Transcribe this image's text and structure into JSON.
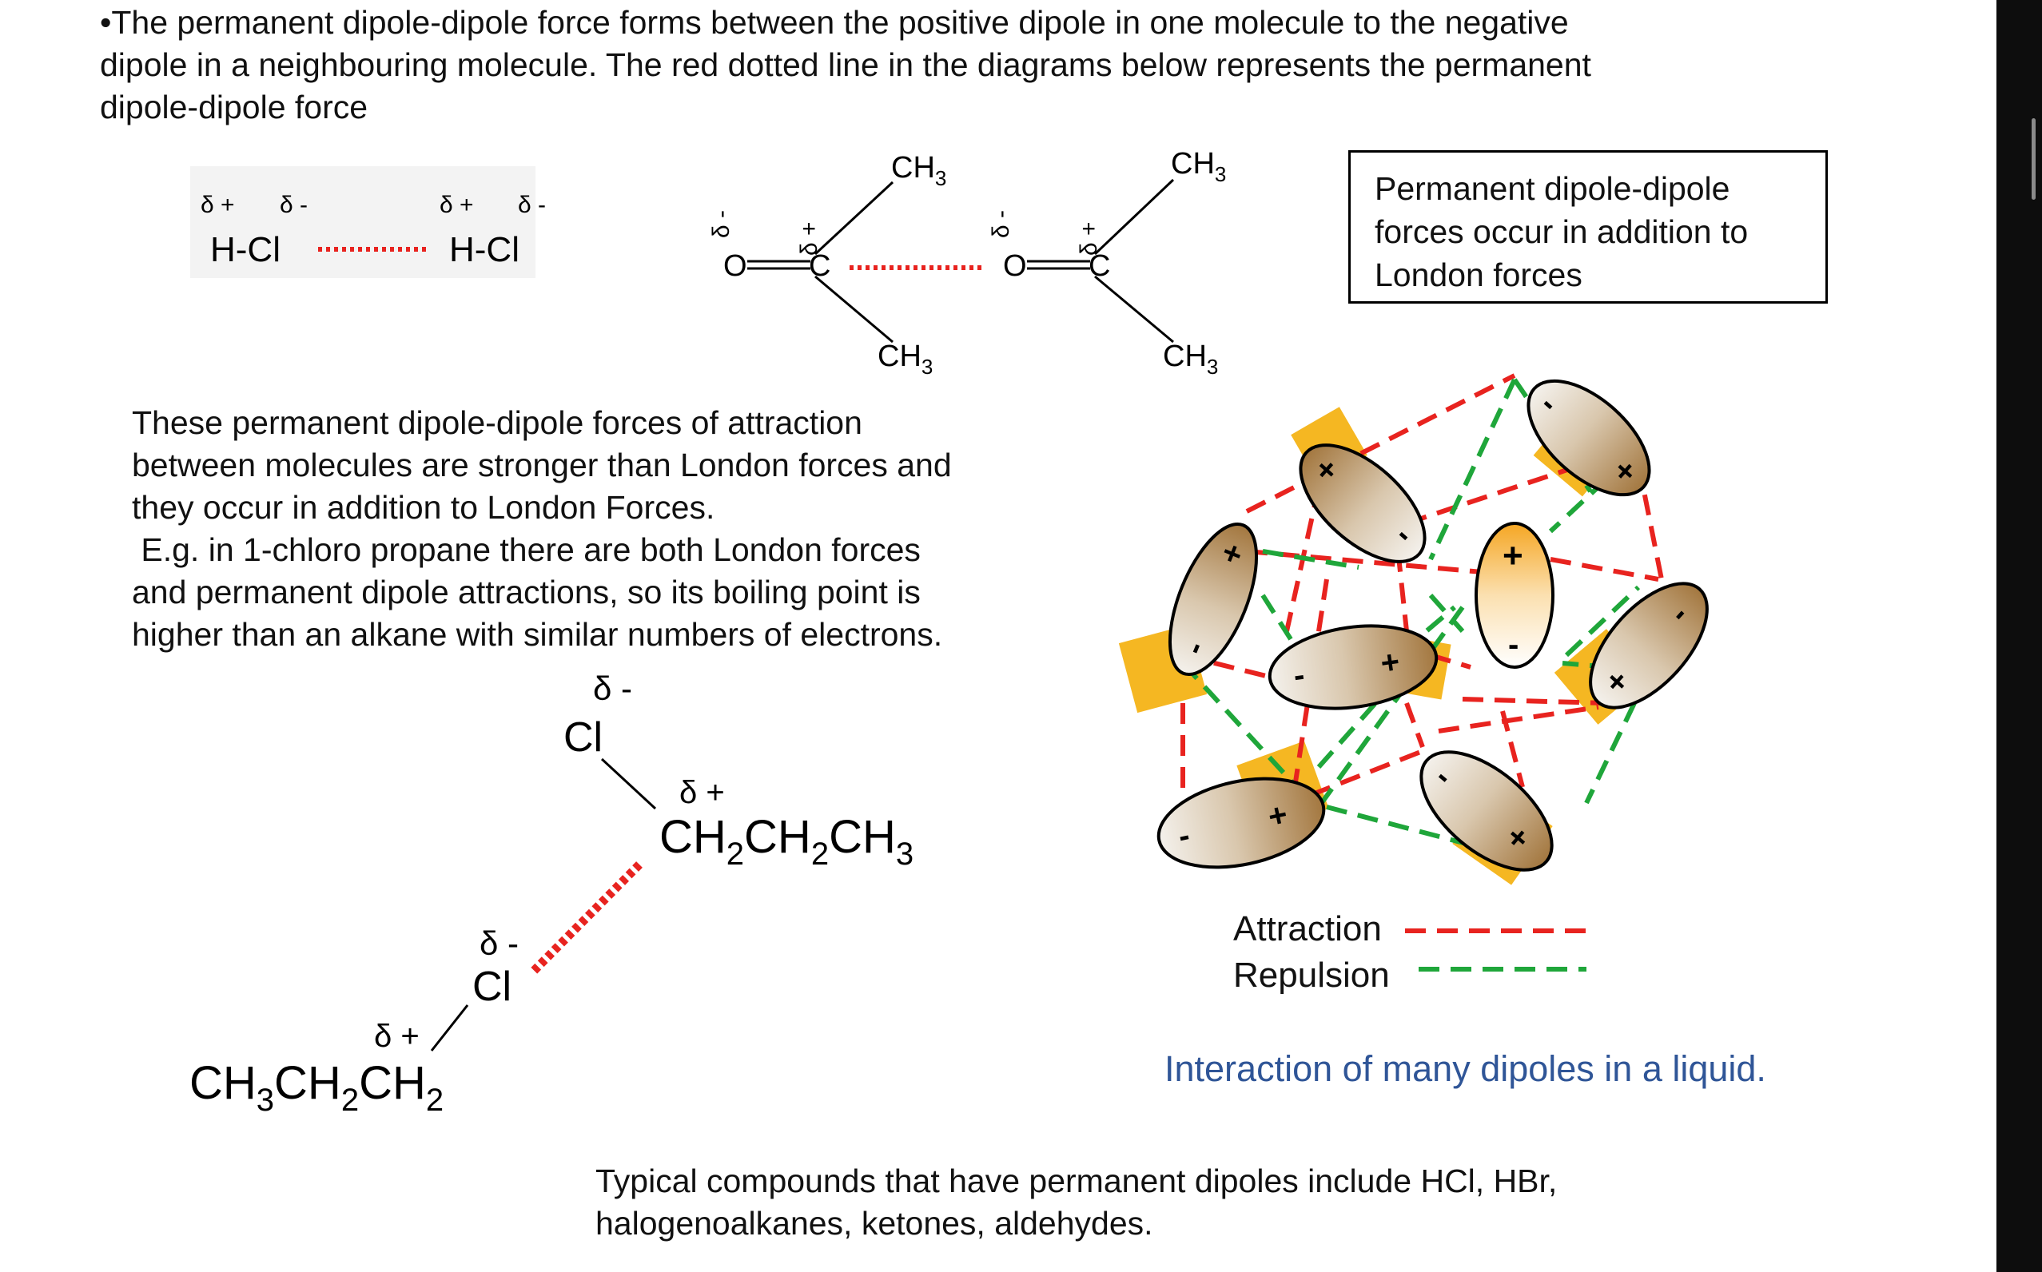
{
  "intro": {
    "line1": "•The permanent dipole-dipole force forms between the positive dipole in one molecule to the negative",
    "line2": "dipole in a neighbouring molecule. The red dotted line in the diagrams below represents the permanent",
    "line3": "dipole-dipole force"
  },
  "hcl": {
    "molecule": "H-Cl",
    "delta_plus": "δ +",
    "delta_minus": "δ -"
  },
  "acetone": {
    "methyl": "CH",
    "sub3": "3",
    "oxygen": "O",
    "carbon": "C"
  },
  "box": {
    "line1": "Permanent dipole-dipole",
    "line2": "forces occur in addition to",
    "line3": "London forces"
  },
  "paragraph": {
    "line1": "These permanent dipole-dipole forces of attraction",
    "line2": "between molecules are stronger than London forces and",
    "line3": "they occur in addition to London Forces.",
    "line4": " E.g. in 1-chloro propane there are both London forces",
    "line5": "and permanent dipole attractions, so its boiling point is",
    "line6": "higher than an alkane with similar numbers of electrons."
  },
  "chloropropane": {
    "cl": "Cl",
    "delta_plus": "δ +",
    "delta_minus": "δ -",
    "chain_upper": [
      "CH",
      "2",
      "CH",
      "2",
      "CH",
      "3"
    ],
    "chain_lower": [
      "CH",
      "3",
      "CH",
      "2",
      "CH",
      "2"
    ]
  },
  "liquid": {
    "plus": "+",
    "minus": "-",
    "legend_attraction": "Attraction",
    "legend_repulsion": "Repulsion",
    "caption": "Interaction of many dipoles in a liquid."
  },
  "typical": {
    "line1": "Typical compounds that have permanent dipoles include HCl, HBr,",
    "line2": "halogenoalkanes, ketones, aldehydes."
  },
  "colors": {
    "attraction": "#e8231f",
    "repulsion": "#1fa63a",
    "caption": "#2f5597",
    "highlight": "#f5b722"
  }
}
